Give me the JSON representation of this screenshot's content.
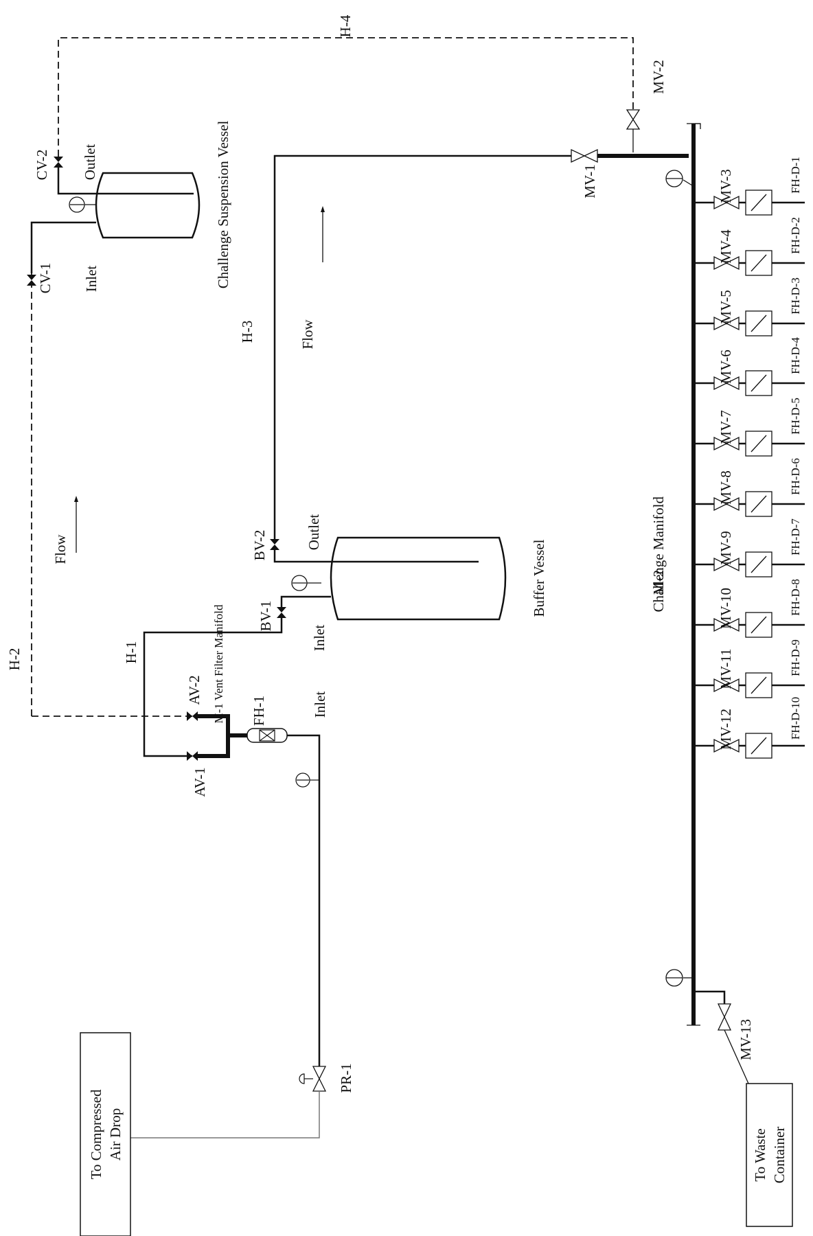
{
  "labels": {
    "H4": "H-4",
    "H2": "H-2",
    "H1": "H-1",
    "H3": "H-3",
    "MV2": "MV-2",
    "MV1": "MV-1",
    "MV13": "MV-13",
    "CV1": "CV-1",
    "CV2": "CV-2",
    "BV1": "BV-1",
    "BV2": "BV-2",
    "AV1": "AV-1",
    "AV2": "AV-2",
    "FH1": "FH-1",
    "PR1": "PR-1",
    "M2": "M-2",
    "manifold": "Challenge Manifold",
    "m1": "M-1 Vent Filter Manifold",
    "challenge_vessel": "Challenge Suspension Vessel",
    "buffer_vessel": "Buffer Vessel",
    "outlet": "Outlet",
    "inlet": "Inlet",
    "flow": "Flow",
    "compressed_air_1": "To Compressed",
    "compressed_air_2": "Air Drop",
    "waste_1": "To Waste",
    "waste_2": "Container"
  },
  "branches": [
    {
      "valve": "MV-3",
      "filter": "FH-D-1"
    },
    {
      "valve": "MV-4",
      "filter": "FH-D-2"
    },
    {
      "valve": "MV-5",
      "filter": "FH-D-3"
    },
    {
      "valve": "MV-6",
      "filter": "FH-D-4"
    },
    {
      "valve": "MV-7",
      "filter": "FH-D-5"
    },
    {
      "valve": "MV-8",
      "filter": "FH-D-6"
    },
    {
      "valve": "MV-9",
      "filter": "FH-D-7"
    },
    {
      "valve": "MV-10",
      "filter": "FH-D-8"
    },
    {
      "valve": "MV-11",
      "filter": "FH-D-9"
    },
    {
      "valve": "MV-12",
      "filter": "FH-D-10"
    }
  ]
}
